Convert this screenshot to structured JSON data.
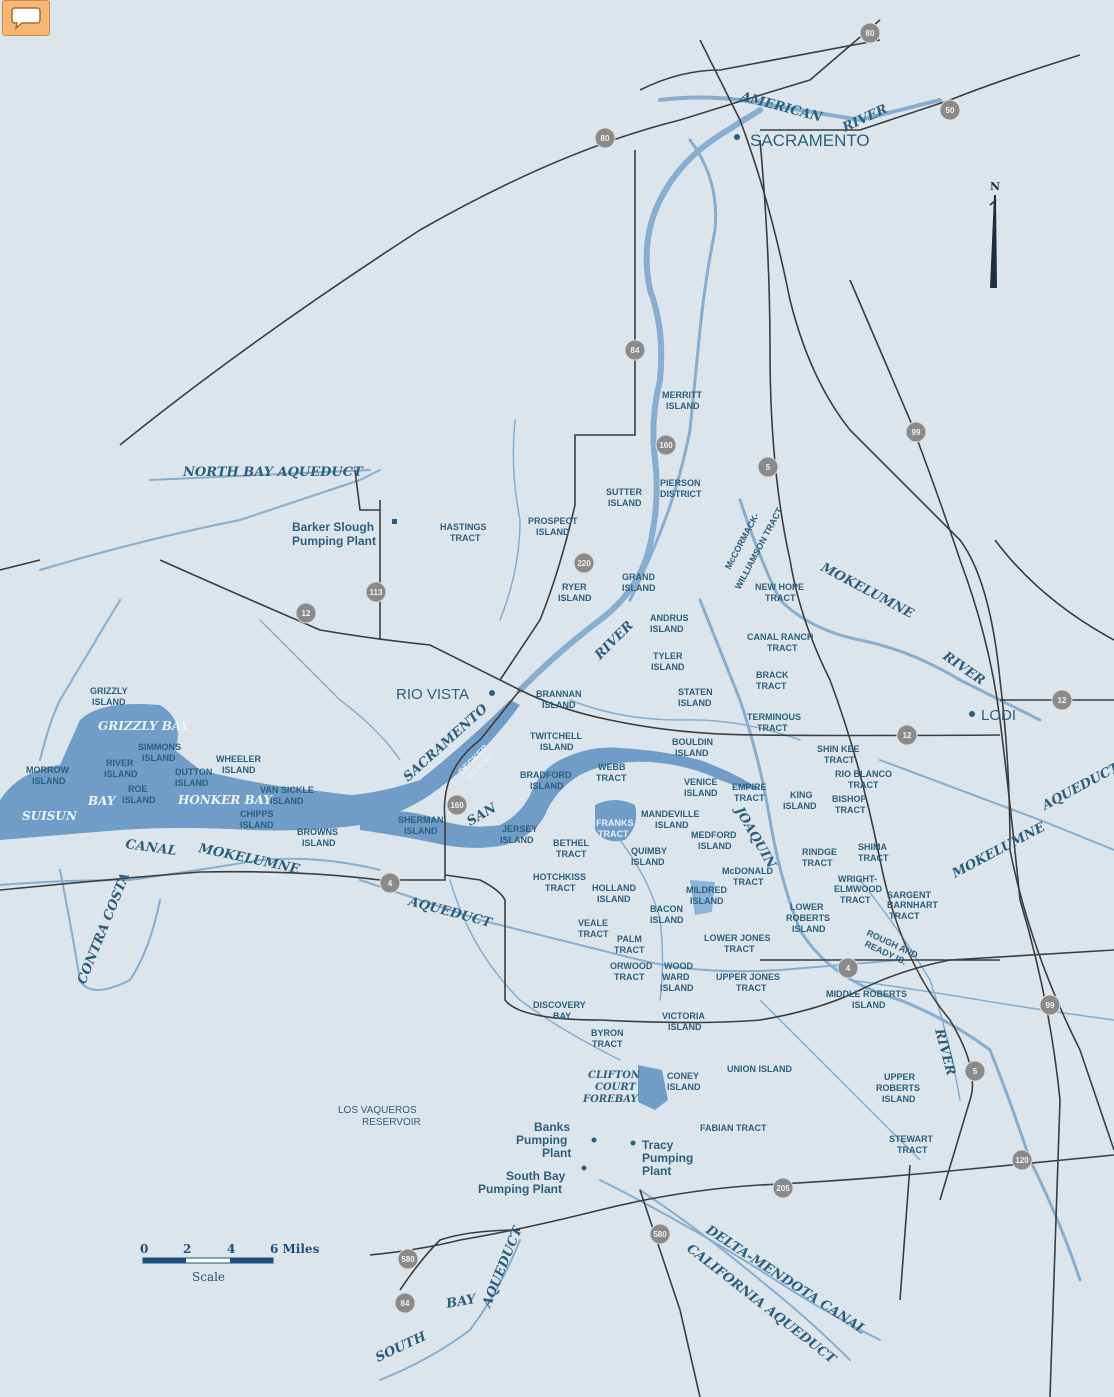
{
  "toolbar": {
    "comment_icon": "speech-bubble-icon"
  },
  "cities": [
    "SACRAMENTO",
    "RIO VISTA",
    "LODI"
  ],
  "waterways": {
    "american_1": "AMERICAN",
    "american_2": "RIVER",
    "north_bay": "NORTH BAY AQUEDUCT",
    "mokelumne_river_1": "MOKELUMNE",
    "mokelumne_river_2": "RIVER",
    "sacramento_river_1": "SACRAMENTO",
    "sacramento_river_2": "RIVER",
    "grizzly_bay": "GRIZZLY BAY",
    "suisun_bay_1": "SUISUN",
    "suisun_bay_2": "BAY",
    "honker_bay": "HONKER BAY",
    "san_joaquin_1": "SAN",
    "san_joaquin_2": "JOAQUIN",
    "san_joaquin_3": "RIVER",
    "mokelumne_aqueduct_1": "MOKELUMNE",
    "mokelumne_aqueduct_2": "AQUEDUCT",
    "contra_costa_canal_1": "CANAL",
    "contra_costa_canal_2": "CONTRA COSTA",
    "mokelumne_aqueduct_west_1": "MOKELUMNE",
    "mokelumne_aqueduct_west_2": "AQUEDUCT",
    "south_bay_aqueduct_1": "SOUTH",
    "south_bay_aqueduct_2": "BAY",
    "south_bay_aqueduct_3": "AQUEDUCT",
    "delta_mendota": "DELTA-MENDOTA CANAL",
    "california_aqueduct": "CALIFORNIA AQUEDUCT",
    "clifton_1": "CLIFTON",
    "clifton_2": "COURT",
    "clifton_3": "FOREBAY"
  },
  "facilities": {
    "barker_1": "Barker Slough",
    "barker_2": "Pumping Plant",
    "banks_1": "Banks",
    "banks_2": "Pumping",
    "banks_3": "Plant",
    "tracy_1": "Tracy",
    "tracy_2": "Pumping",
    "tracy_3": "Plant",
    "southbay_1": "South Bay",
    "southbay_2": "Pumping Plant",
    "vaqueros_1": "LOS VAQUEROS",
    "vaqueros_2": "RESERVOIR"
  },
  "islands": {
    "merritt": [
      "MERRITT",
      "ISLAND"
    ],
    "pierson": [
      "PIERSON",
      "DISTRICT"
    ],
    "sutter": [
      "SUTTER",
      "ISLAND"
    ],
    "hastings": [
      "HASTINGS",
      "TRACT"
    ],
    "prospect": [
      "PROSPECT",
      "ISLAND"
    ],
    "ryer": [
      "RYER",
      "ISLAND"
    ],
    "grand": [
      "GRAND",
      "ISLAND"
    ],
    "andrus": [
      "ANDRUS",
      "ISLAND"
    ],
    "tyler": [
      "TYLER",
      "ISLAND"
    ],
    "new_hope": [
      "NEW HOPE",
      "TRACT"
    ],
    "canal_ranch": [
      "CANAL RANCH",
      "TRACT"
    ],
    "brack": [
      "BRACK",
      "TRACT"
    ],
    "terminous": [
      "TERMINOUS",
      "TRACT"
    ],
    "staten": [
      "STATEN",
      "ISLAND"
    ],
    "brannan": [
      "BRANNAN",
      "ISLAND"
    ],
    "twitchell": [
      "TWITCHELL",
      "ISLAND"
    ],
    "bouldin": [
      "BOULDIN",
      "ISLAND"
    ],
    "shin_kee": [
      "SHIN KEE",
      "TRACT"
    ],
    "rio_blanco": [
      "RIO BLANCO",
      "TRACT"
    ],
    "webb": [
      "WEBB",
      "TRACT"
    ],
    "bradford": [
      "BRADFORD",
      "ISLAND"
    ],
    "venice": [
      "VENICE",
      "ISLAND"
    ],
    "empire": [
      "EMPIRE",
      "TRACT"
    ],
    "king": [
      "KING",
      "ISLAND"
    ],
    "bishop": [
      "BISHOP",
      "TRACT"
    ],
    "franks": [
      "FRANKS",
      "TRACT"
    ],
    "mandeville": [
      "MANDEVILLE",
      "ISLAND"
    ],
    "sherman": [
      "SHERMAN",
      "ISLAND"
    ],
    "jersey": [
      "JERSEY",
      "ISLAND"
    ],
    "bethel": [
      "BETHEL",
      "TRACT"
    ],
    "medford": [
      "MEDFORD",
      "ISLAND"
    ],
    "quimby": [
      "QUIMBY",
      "ISLAND"
    ],
    "rindge": [
      "RINDGE",
      "TRACT"
    ],
    "shima": [
      "SHIMA",
      "TRACT"
    ],
    "hotchkiss": [
      "HOTCHKISS",
      "TRACT"
    ],
    "holland": [
      "HOLLAND",
      "ISLAND"
    ],
    "mcdonald": [
      "McDONALD",
      "TRACT"
    ],
    "wright_elmwood": [
      "WRIGHT-",
      "ELMWOOD",
      "TRACT"
    ],
    "sargent_barnhart": [
      "SARGENT",
      "BARNHART",
      "TRACT"
    ],
    "mildred": [
      "MILDRED",
      "ISLAND"
    ],
    "bacon": [
      "BACON",
      "ISLAND"
    ],
    "lower_roberts": [
      "LOWER",
      "ROBERTS",
      "ISLAND"
    ],
    "veale": [
      "VEALE",
      "TRACT"
    ],
    "palm": [
      "PALM",
      "TRACT"
    ],
    "lower_jones": [
      "LOWER JONES",
      "TRACT"
    ],
    "orwood": [
      "ORWOOD",
      "TRACT"
    ],
    "woodward": [
      "WOOD",
      "WARD",
      "ISLAND"
    ],
    "upper_jones": [
      "UPPER JONES",
      "TRACT"
    ],
    "middle_roberts": [
      "MIDDLE ROBERTS",
      "ISLAND"
    ],
    "discovery_bay": [
      "DISCOVERY",
      "BAY"
    ],
    "victoria": [
      "VICTORIA",
      "ISLAND"
    ],
    "byron": [
      "BYRON",
      "TRACT"
    ],
    "coney": [
      "CONEY",
      "ISLAND"
    ],
    "union": [
      "UNION ISLAND"
    ],
    "upper_roberts": [
      "UPPER",
      "ROBERTS",
      "ISLAND"
    ],
    "fabian": [
      "FABIAN TRACT"
    ],
    "stewart": [
      "STEWART",
      "TRACT"
    ],
    "grizzly": [
      "GRIZZLY",
      "ISLAND"
    ],
    "simmons": [
      "SIMMONS",
      "ISLAND"
    ],
    "wheeler": [
      "WHEELER",
      "ISLAND"
    ],
    "morrow": [
      "MORROW",
      "ISLAND"
    ],
    "river": [
      "RIVER",
      "ISLAND"
    ],
    "dutton": [
      "DUTTON",
      "ISLAND"
    ],
    "roe": [
      "ROE",
      "ISLAND"
    ],
    "van_sickle": [
      "VAN SICKLE",
      "ISLAND"
    ],
    "chipps": [
      "CHIPPS",
      "ISLAND"
    ],
    "browns": [
      "BROWNS",
      "ISLAND"
    ],
    "decker": [
      "DECKER",
      "ISLAND"
    ],
    "mccormack": [
      "McCORMACK-",
      "WILLIAMSON TRACT"
    ],
    "roughand": [
      "ROUGH AND",
      "READY IS."
    ]
  },
  "highways": [
    "80",
    "50",
    "80",
    "84",
    "160",
    "5",
    "99",
    "220",
    "12",
    "113",
    "12",
    "160",
    "4",
    "4",
    "99",
    "5",
    "120",
    "205",
    "580",
    "580",
    "84",
    "12"
  ],
  "north_arrow": "N",
  "scale": {
    "ticks": [
      "0",
      "2",
      "4",
      "6 Miles"
    ],
    "title": "Scale"
  }
}
